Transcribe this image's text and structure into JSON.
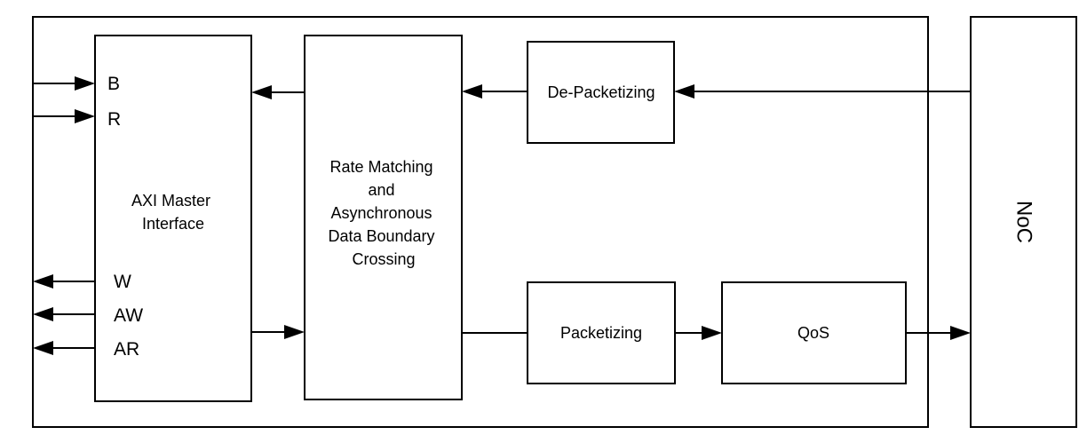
{
  "blocks": {
    "axi_master": {
      "lines": [
        "AXI Master",
        "Interface"
      ]
    },
    "rate_matching": {
      "lines": [
        "Rate Matching",
        "and",
        "Asynchronous",
        "Data Boundary",
        "Crossing"
      ]
    },
    "depacketizing": {
      "label": "De-Packetizing"
    },
    "packetizing": {
      "label": "Packetizing"
    },
    "qos": {
      "label": "QoS"
    },
    "noc": {
      "label": "NoC"
    }
  },
  "ports": {
    "b": "B",
    "r": "R",
    "w": "W",
    "aw": "AW",
    "ar": "AR"
  },
  "colors": {
    "stroke": "#000000",
    "background": "#ffffff"
  }
}
